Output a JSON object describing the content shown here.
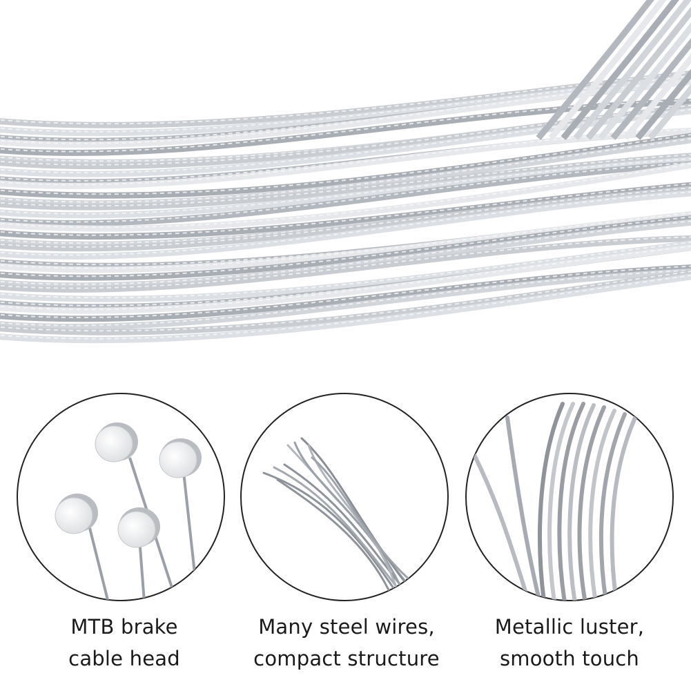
{
  "features": [
    {
      "icon": "cable-head-icon",
      "line1": "MTB brake",
      "line2": "cable head"
    },
    {
      "icon": "steel-strands-icon",
      "line1": "Many steel wires,",
      "line2": "compact structure"
    },
    {
      "icon": "cable-luster-icon",
      "line1": "Metallic luster,",
      "line2": "smooth touch"
    }
  ],
  "colors": {
    "steel_light": "#e4e6ea",
    "steel_mid": "#b7bbc2",
    "steel_dark": "#8a8f97",
    "outline": "#222222",
    "text": "#1a1a1a"
  }
}
